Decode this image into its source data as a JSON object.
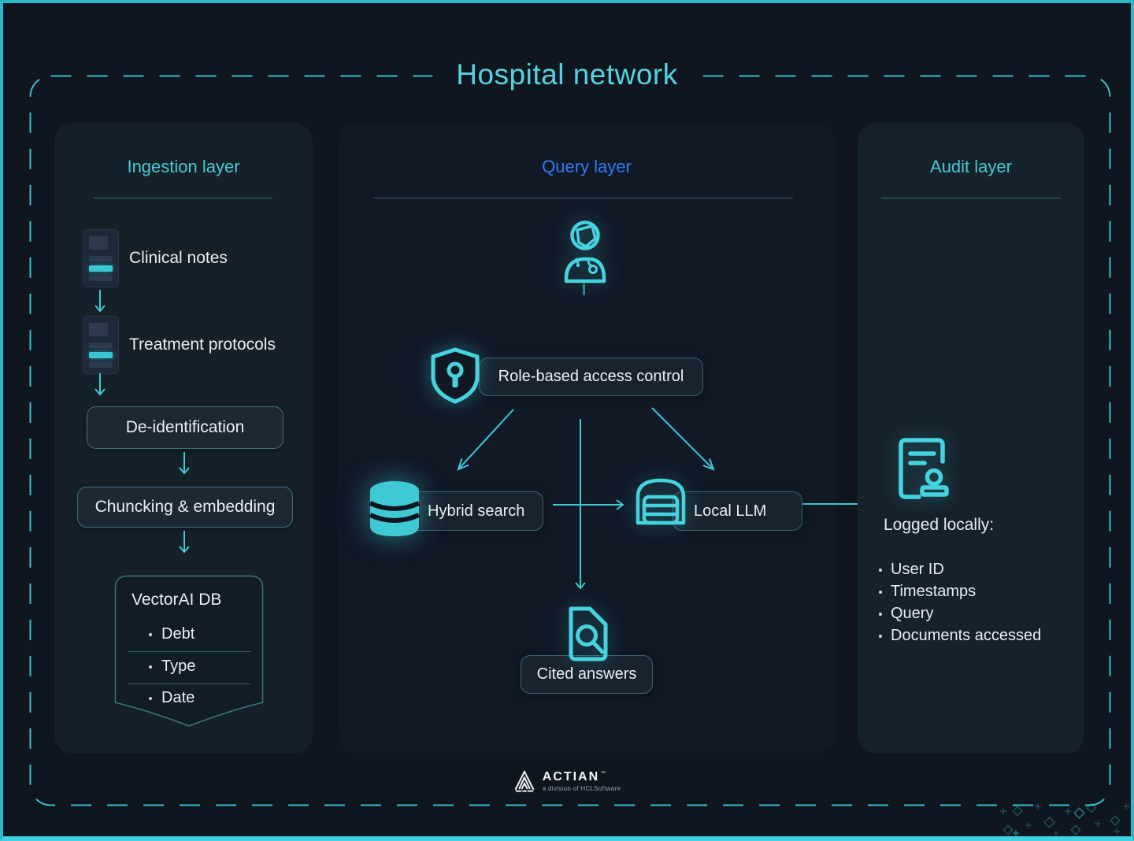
{
  "title": "Hospital network",
  "layers": {
    "ingestion": {
      "title": "Ingestion layer",
      "docs": [
        {
          "label": "Clinical notes"
        },
        {
          "label": "Treatment protocols"
        }
      ],
      "steps": [
        "De-identification",
        "Chuncking & embedding"
      ],
      "db": {
        "title": "VectorAI DB",
        "items": [
          "Debt",
          "Type",
          "Date"
        ]
      }
    },
    "query": {
      "title": "Query layer",
      "rbac": "Role-based access control",
      "hybrid": "Hybrid search",
      "llm": "Local LLM",
      "cited": "Cited answers"
    },
    "audit": {
      "title": "Audit layer",
      "heading": "Logged locally:",
      "items": [
        "User ID",
        "Timestamps",
        "Query",
        "Documents accessed"
      ]
    }
  },
  "footer": {
    "brand": "ACTIAN",
    "trademark": "™",
    "subtitle": "a division of HCLSoftware"
  },
  "colors": {
    "accent_teal": "#3FC9D4",
    "accent_blue": "#2E7BF0",
    "background": "#0F1620",
    "panel_ingestion": "#152029",
    "panel_query": "#111927",
    "panel_audit": "#15212B",
    "text": "#E8EDF3",
    "outer_border": "#2EB9C9"
  }
}
